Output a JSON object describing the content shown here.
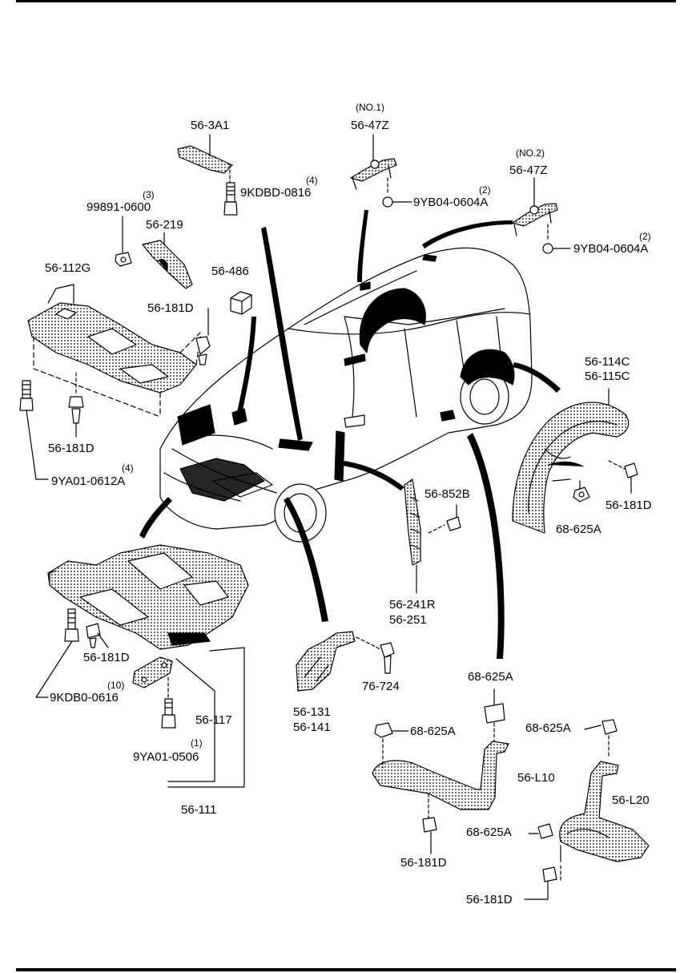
{
  "labels": {
    "p_56_3a1": "56-3A1",
    "p_9kdbd_0816": "9KDBD-0816",
    "q_9kdbd_0816": "(4)",
    "no1": "(NO.1)",
    "p_56_47z_1": "56-47Z",
    "p_9yb04_1": "9YB04-0604A",
    "q_9yb04_1": "(2)",
    "no2": "(NO.2)",
    "p_56_47z_2": "56-47Z",
    "p_9yb04_2": "9YB04-0604A",
    "q_9yb04_2": "(2)",
    "p_99891": "99891-0600",
    "q_99891": "(3)",
    "p_56_219": "56-219",
    "p_56_112g": "56-112G",
    "p_56_486": "56-486",
    "p_56_181d_a": "56-181D",
    "p_56_181d_b": "56-181D",
    "p_9ya01_0612a": "9YA01-0612A",
    "q_9ya01_0612a": "(4)",
    "p_56_114c": "56-114C",
    "p_56_115c": "56-115C",
    "p_56_181d_c": "56-181D",
    "p_68_625a_a": "68-625A",
    "p_56_852b": "56-852B",
    "p_56_241r": "56-241R",
    "p_56_251": "56-251",
    "p_56_181d_d": "56-181D",
    "p_9kdb0_0616": "9KDB0-0616",
    "q_9kdb0_0616": "(10)",
    "p_56_117": "56-117",
    "q_9ya01_0506": "(1)",
    "p_9ya01_0506": "9YA01-0506",
    "p_56_111": "56-111",
    "p_76_724": "76-724",
    "p_56_131": "56-131",
    "p_56_141": "56-141",
    "p_68_625a_b": "68-625A",
    "p_68_625a_c": "68-625A",
    "p_68_625a_d": "68-625A",
    "p_56_l10": "56-L10",
    "p_68_625a_e": "68-625A",
    "p_56_l20": "56-L20",
    "p_56_181d_e": "56-181D",
    "p_56_181d_f": "56-181D"
  },
  "colors": {
    "ink": "#000000",
    "paper": "#ffffff",
    "hatch": "#1a1a1a"
  }
}
